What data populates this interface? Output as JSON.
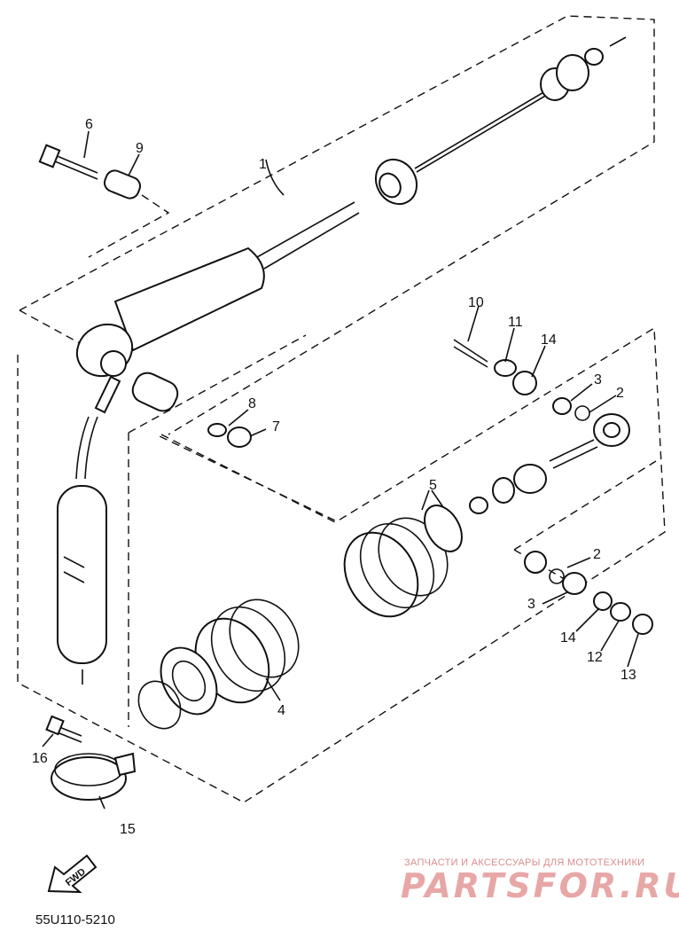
{
  "diagram": {
    "labels": {
      "p1": "1",
      "p2a": "2",
      "p2b": "2",
      "p3a": "3",
      "p3b": "3",
      "p4": "4",
      "p5": "5",
      "p6": "6",
      "p7": "7",
      "p8": "8",
      "p9": "9",
      "p10": "10",
      "p11": "11",
      "p12": "12",
      "p13": "13",
      "p14a": "14",
      "p14b": "14",
      "p15": "15",
      "p16": "16"
    },
    "fwd_arrow_text": "FWD",
    "drawing_code": "55U110-5210"
  },
  "watermark": {
    "tagline": "ЗАПЧАСТИ И АКСЕССУАРЫ ДЛЯ МОТОТЕХНИКИ",
    "brand": "PARTSFOR.RU"
  }
}
